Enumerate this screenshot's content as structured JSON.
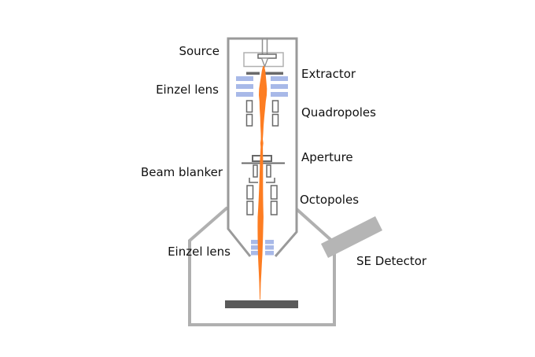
{
  "diagram": {
    "labels": {
      "source": "Source",
      "einzel_lens_top": "Einzel lens",
      "beam_blanker": "Beam blanker",
      "einzel_lens_bottom": "Einzel lens",
      "extractor": "Extractor",
      "quadropoles": "Quadropoles",
      "aperture": "Aperture",
      "octopoles": "Octopoles",
      "se_detector": "SE Detector"
    },
    "colors": {
      "beam_orange": "#fd7d22",
      "lens_blue": "#a8b9e8",
      "column_gray": "#9a9a9a",
      "chamber_gray": "#b0b0b0",
      "detector_gray": "#b5b5b5",
      "electrode_gray": "#686868",
      "sample_gray": "#5a5a5a",
      "text": "#111111"
    }
  }
}
